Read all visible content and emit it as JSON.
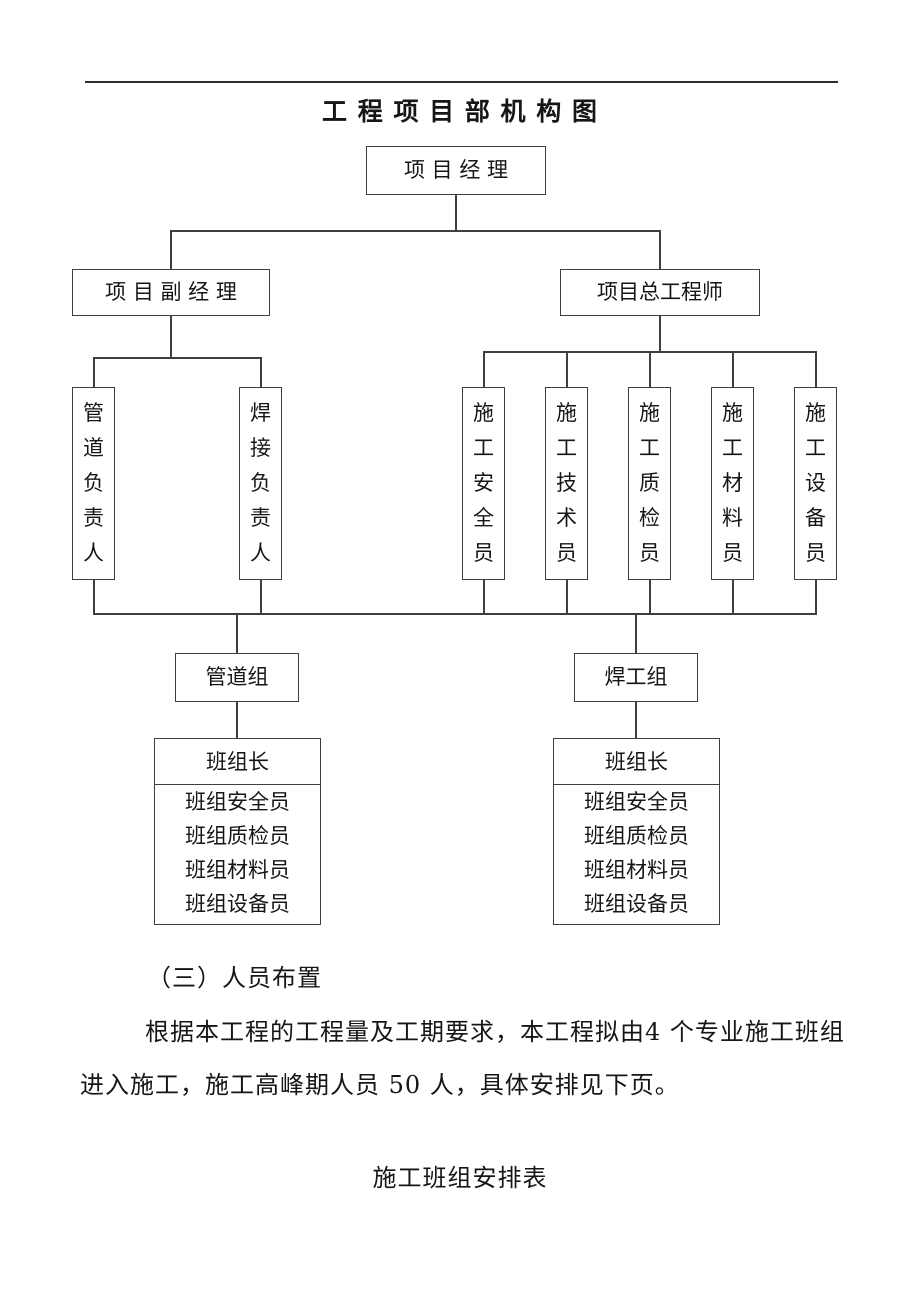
{
  "org_chart": {
    "title": "工 程 项 目 部 机 构 图",
    "nodes": {
      "project_manager": "项 目 经 理",
      "deputy_project_manager": "项 目 副 经 理",
      "chief_engineer": "项目总工程师",
      "pipeline_lead": "管道负责人",
      "welding_lead": "焊接负责人",
      "construction_safety_officer": "施工安全员",
      "construction_technician": "施工技术员",
      "construction_quality_inspector": "施工质检员",
      "construction_material_officer": "施工材料员",
      "construction_equipment_officer": "施工设备员",
      "pipeline_group": "管道组",
      "welder_group": "焊工组"
    },
    "team_tables": {
      "pipeline": {
        "header": "班组长",
        "rows": [
          "班组安全员",
          "班组质检员",
          "班组材料员",
          "班组设备员"
        ]
      },
      "welder": {
        "header": "班组长",
        "rows": [
          "班组安全员",
          "班组质检员",
          "班组材料员",
          "班组设备员"
        ]
      }
    }
  },
  "body_text": {
    "section_heading": "（三）人员布置",
    "paragraph_lines": [
      "根据本工程的工程量及工期要求，本工程拟由4 个专业施工班组",
      "进入施工，施工高峰期人员 50 人，具体安排见下页。"
    ],
    "table_caption": "施工班组安排表"
  },
  "colors": {
    "ink": "#161616",
    "line": "#3f3f3f",
    "paper": "#ffffff"
  }
}
